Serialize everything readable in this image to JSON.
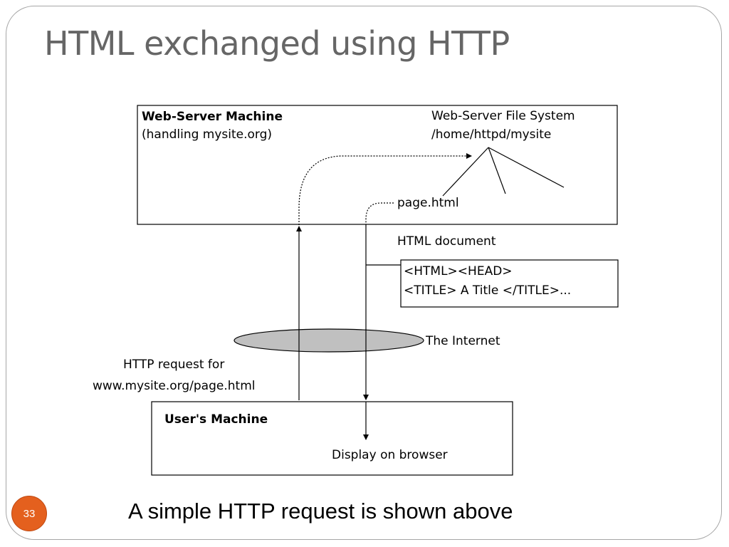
{
  "slide": {
    "title": "HTML exchanged using HTTP",
    "caption": "A simple HTTP request is shown above",
    "number": "33",
    "accent_color": "#e4601e"
  },
  "diagram": {
    "server": {
      "title": "Web-Server Machine",
      "subtitle": "(handling mysite.org)"
    },
    "file_system": {
      "label": "Web-Server File System",
      "path": "/home/httpd/mysite",
      "file": "page.html"
    },
    "document": {
      "label": "HTML document",
      "line1": "<HTML><HEAD>",
      "line2": "<TITLE> A Title </TITLE>..."
    },
    "internet_label": "The Internet",
    "request": {
      "line1": "HTTP request for",
      "line2": "www.mysite.org/page.html"
    },
    "client": {
      "title": "User's Machine",
      "display": "Display on browser"
    }
  }
}
